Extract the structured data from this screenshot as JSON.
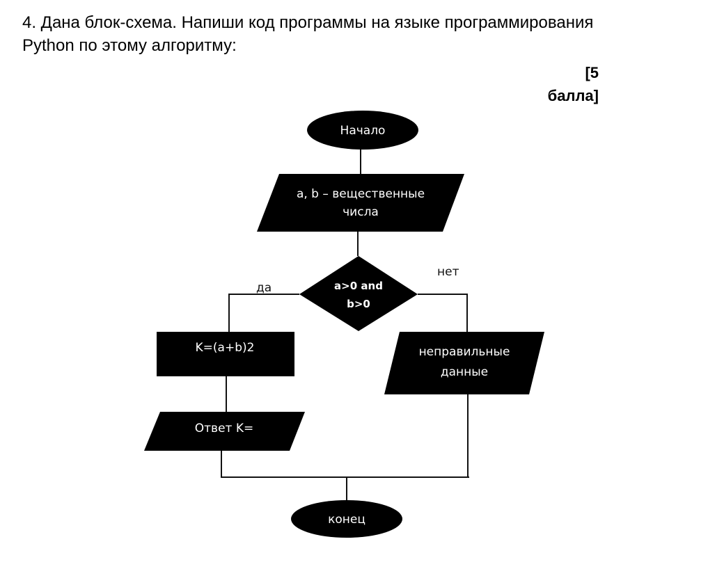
{
  "task": {
    "line1": "4. Дана блок-схема. Напиши код программы на языке программирования",
    "line2": "Python по этому алгоритму:"
  },
  "points": {
    "line1": "[5",
    "line2": "балла]"
  },
  "flowchart": {
    "start": "Начало",
    "input_line1": "a, b – вещественные",
    "input_line2": "числа",
    "condition_line1": "a>0 and",
    "condition_line2": "b>0",
    "yes_label": "да",
    "no_label": "нет",
    "process": "K=(a+b)2",
    "output_answer": "Ответ K=",
    "output_error_line1": "неправильные",
    "output_error_line2": "данные",
    "end": "конец"
  }
}
